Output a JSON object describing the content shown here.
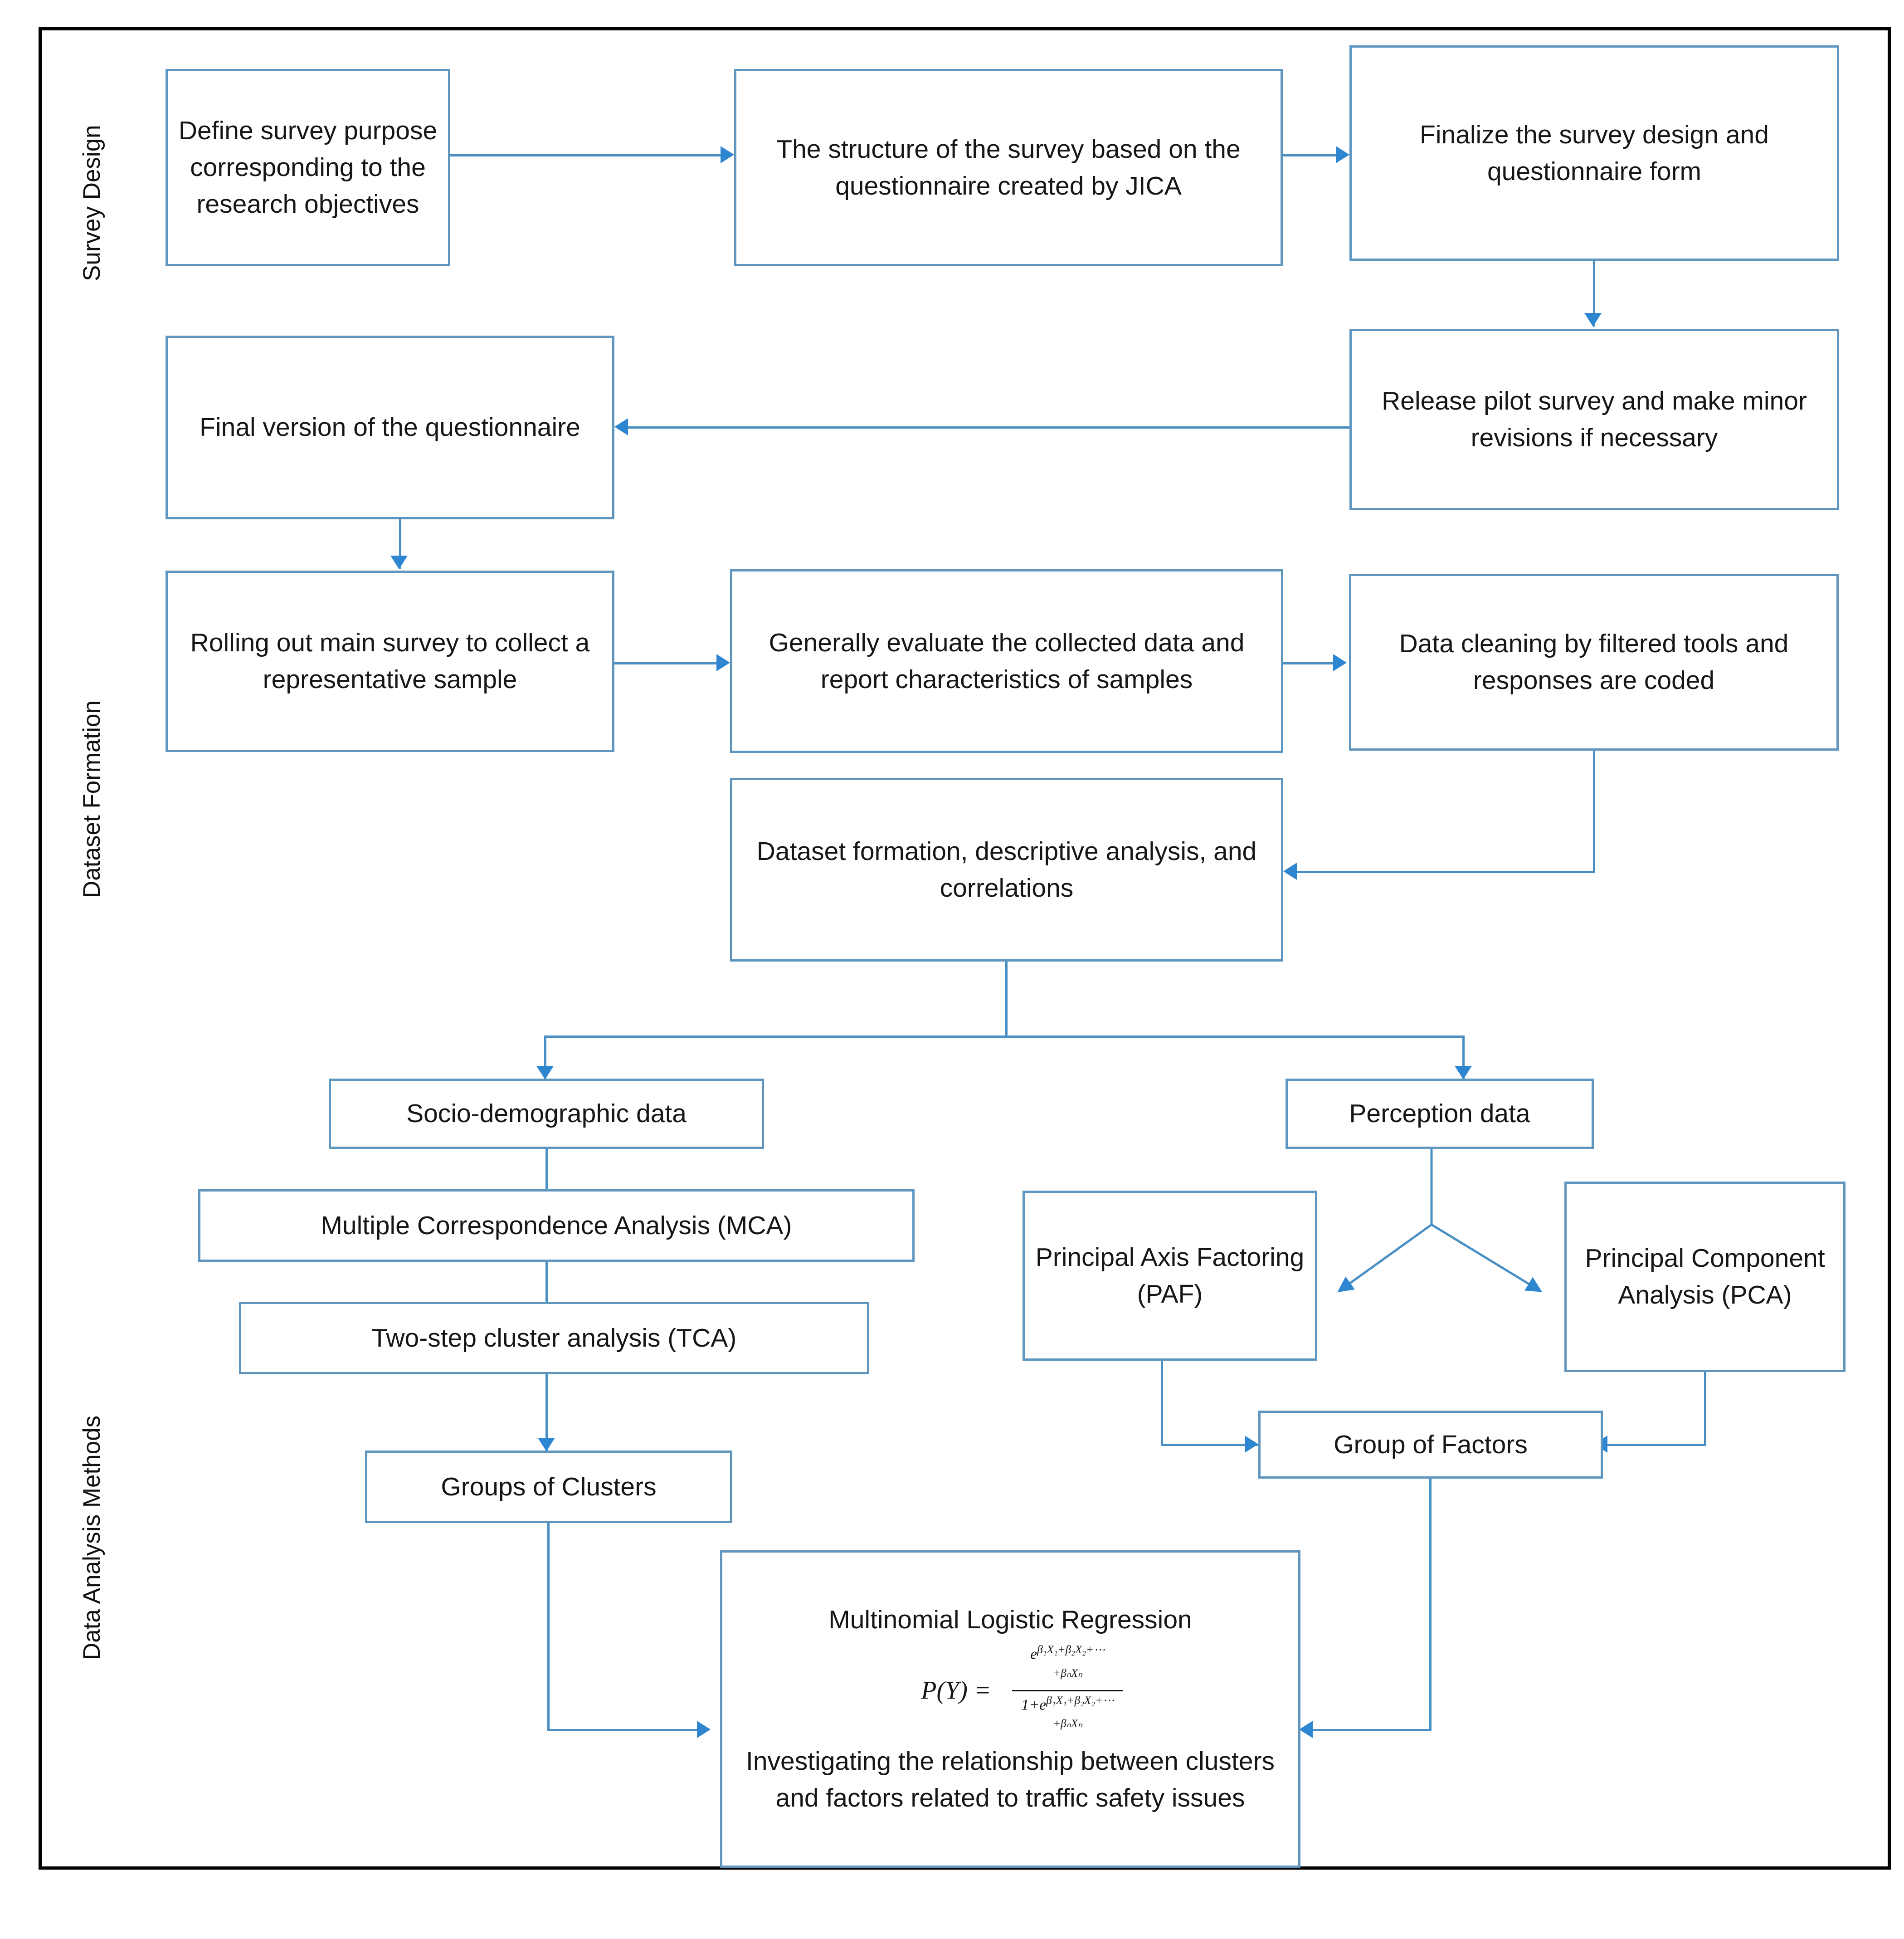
{
  "diagram": {
    "title": "Survey research methodology flowchart",
    "accent_color": "#5f96c0",
    "arrow_color": "#2f86d0",
    "frame_color": "#000000"
  },
  "sections": [
    {
      "id": "survey-design",
      "label": "Survey Design"
    },
    {
      "id": "dataset-formation",
      "label": "Dataset Formation"
    },
    {
      "id": "data-analysis",
      "label": "Data Analysis Methods"
    }
  ],
  "nodes": {
    "define_purpose": "Define survey purpose corresponding to the research objectives",
    "structure_survey": "The structure of the survey based on the questionnaire created by JICA",
    "finalize_design": "Finalize the survey design and questionnaire form",
    "pilot_survey": "Release pilot survey and make minor revisions if necessary",
    "final_version": "Final version of the questionnaire",
    "rolling_out": "Rolling out main survey to collect a representative sample",
    "evaluate_data": "Generally evaluate the collected data and report characteristics of samples",
    "data_cleaning": "Data cleaning by filtered tools and responses are coded",
    "dataset_formation": "Dataset formation, descriptive analysis, and correlations",
    "socio_demographic": "Socio-demographic data",
    "perception_data": "Perception data",
    "mca": "Multiple Correspondence Analysis (MCA)",
    "tca": "Two-step cluster analysis (TCA)",
    "groups_clusters": "Groups of Clusters",
    "paf": "Principal Axis Factoring (PAF)",
    "pca": "Principal Component Analysis (PCA)",
    "group_factors": "Group of Factors",
    "mlr_title": "Multinomial Logistic Regression",
    "mlr_desc": "Investigating the relationship between clusters and factors related to traffic safety issues"
  },
  "formula": {
    "lhs": "P(Y) =",
    "numerator": "e",
    "numerator_exp": "β₁X₁+β₂X₂+⋯+βₙXₙ",
    "denominator_prefix": "1+e",
    "denominator_exp": "β₁X₁+β₂X₂+⋯+βₙXₙ",
    "plain": "P(Y) = e^(β1X1+β2X2+⋯+βnXn) / (1+e^(β1X1+β2X2+⋯+βnXn))"
  }
}
